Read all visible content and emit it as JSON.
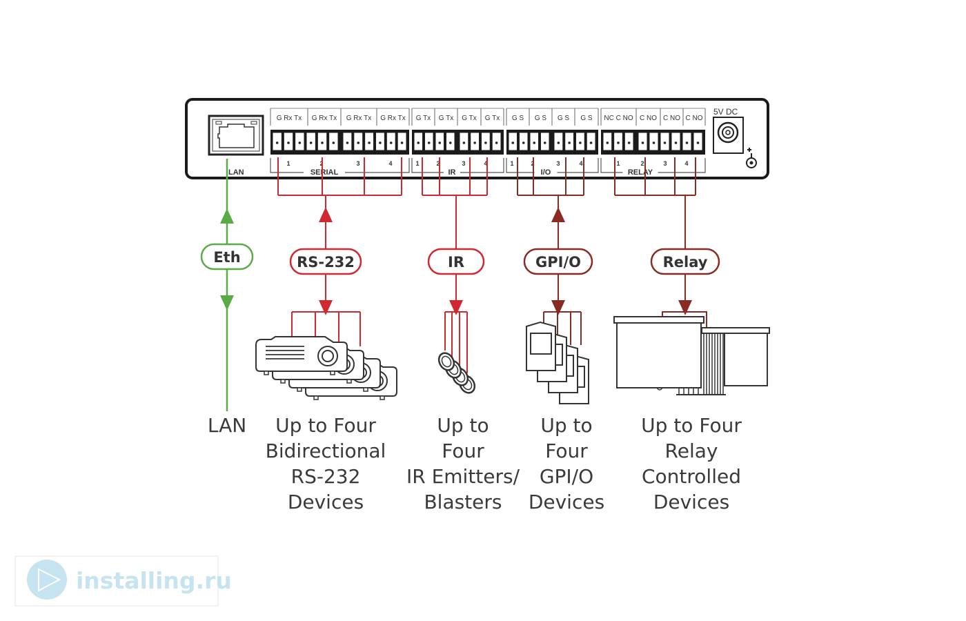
{
  "colors": {
    "eth": "#5aab46",
    "rs232": "#d0282e",
    "ir": "#d0282e",
    "gpio": "#8a2b23",
    "relay": "#8a2b23",
    "device_outline": "#333333",
    "text": "#3a3a3a",
    "logo": "#c6e3f0"
  },
  "panel": {
    "lan_label": "LAN",
    "power_label": "5V DC",
    "power_polarity_icon": "center-positive-polarity-icon",
    "groups": [
      {
        "id": "serial",
        "label": "SERIAL",
        "ports": [
          "1",
          "2",
          "3",
          "4"
        ],
        "pin_headers": [
          "G Rx Tx",
          "G Rx Tx",
          "G Rx Tx",
          "G Rx Tx"
        ]
      },
      {
        "id": "ir",
        "label": "IR",
        "ports": [
          "1",
          "2",
          "3",
          "4"
        ],
        "pin_headers": [
          "G Tx",
          "G Tx",
          "G Tx",
          "G Tx"
        ]
      },
      {
        "id": "io",
        "label": "I/O",
        "ports": [
          "1",
          "2",
          "3",
          "4"
        ],
        "pin_headers": [
          "G S",
          "G S",
          "G S",
          "G S"
        ]
      },
      {
        "id": "relay",
        "label": "RELAY",
        "ports": [
          "1",
          "2",
          "3",
          "4"
        ],
        "pin_headers": [
          "NC C NO",
          "C NO",
          "C NO",
          "C NO"
        ]
      }
    ]
  },
  "links": [
    {
      "id": "eth",
      "pill": "Eth",
      "direction": "bidirectional",
      "caption": [
        "LAN"
      ]
    },
    {
      "id": "rs232",
      "pill": "RS-232",
      "direction": "bidirectional",
      "caption": [
        "Up to Four",
        "Bidirectional",
        "RS-232",
        "Devices"
      ],
      "device_icon": "projector-stack-icon"
    },
    {
      "id": "ir",
      "pill": "IR",
      "direction": "output",
      "caption": [
        "Up to",
        "Four",
        "IR Emitters/",
        "Blasters"
      ],
      "device_icon": "ir-emitter-stack-icon"
    },
    {
      "id": "gpio",
      "pill": "GPI/O",
      "direction": "bidirectional",
      "caption": [
        "Up to",
        "Four",
        "GPI/O",
        "Devices"
      ],
      "device_icon": "gpio-device-stack-icon"
    },
    {
      "id": "relay",
      "pill": "Relay",
      "direction": "output",
      "caption": [
        "Up to Four",
        "Relay",
        "Controlled",
        "Devices"
      ],
      "device_icon": "projection-screen-icon"
    }
  ],
  "watermark": {
    "text": "installing.ru"
  }
}
